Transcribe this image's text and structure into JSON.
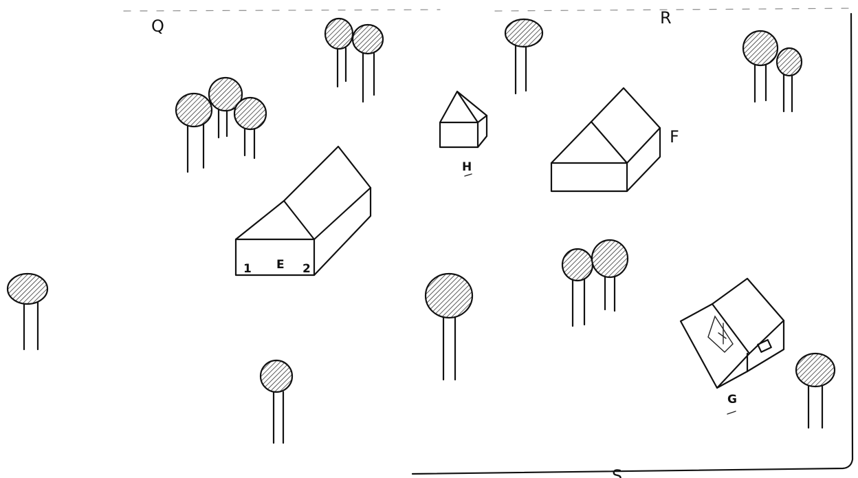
{
  "labels": {
    "corner_left": "Q",
    "corner_right": "R",
    "bottom": "S",
    "building_e": "E",
    "building_f": "F",
    "building_g": "G",
    "building_h": "H",
    "door_1": "1",
    "door_2": "2"
  },
  "colors": {
    "ink": "#111111",
    "paper": "#ffffff"
  }
}
